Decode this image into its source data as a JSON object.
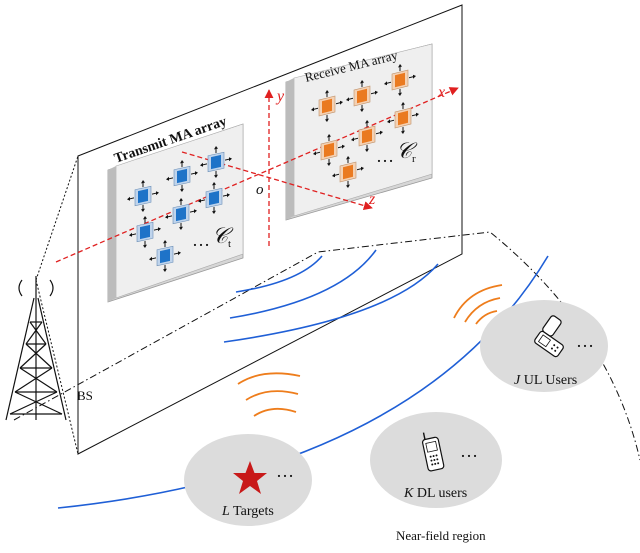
{
  "labels": {
    "transmit_array": "Transmit MA array",
    "receive_array": "Receive MA array",
    "ct": "𝒞",
    "ct_sub": "t",
    "cr": "𝒞",
    "cr_sub": "r",
    "ellipsis_t": "…",
    "ellipsis_r": "…",
    "axis_x": "x",
    "axis_y": "y",
    "axis_z": "z",
    "origin": "o",
    "bs": "BS",
    "ul_count": "J",
    "ul_users": "UL Users",
    "dl_count": "K",
    "dl_users": "DL users",
    "target_count": "L",
    "targets": "Targets",
    "ellipsis_ul": "…",
    "ellipsis_dl": "…",
    "ellipsis_tg": "…",
    "near_field": "Near-field region"
  },
  "colors": {
    "transmit_element": "#1e73c8",
    "receive_element": "#ea7a20",
    "axis": "#e02020",
    "wave_blue": "#1f5fd6",
    "wave_orange": "#ee7d1c",
    "target_star": "#c81919",
    "user_zone": "#dcdcdc",
    "panel": "#efefef"
  },
  "icons": {
    "tower": "lattice-tower-icon",
    "target": "star-icon",
    "ul_device": "flip-phone-icon",
    "dl_device": "mobile-phone-icon"
  }
}
